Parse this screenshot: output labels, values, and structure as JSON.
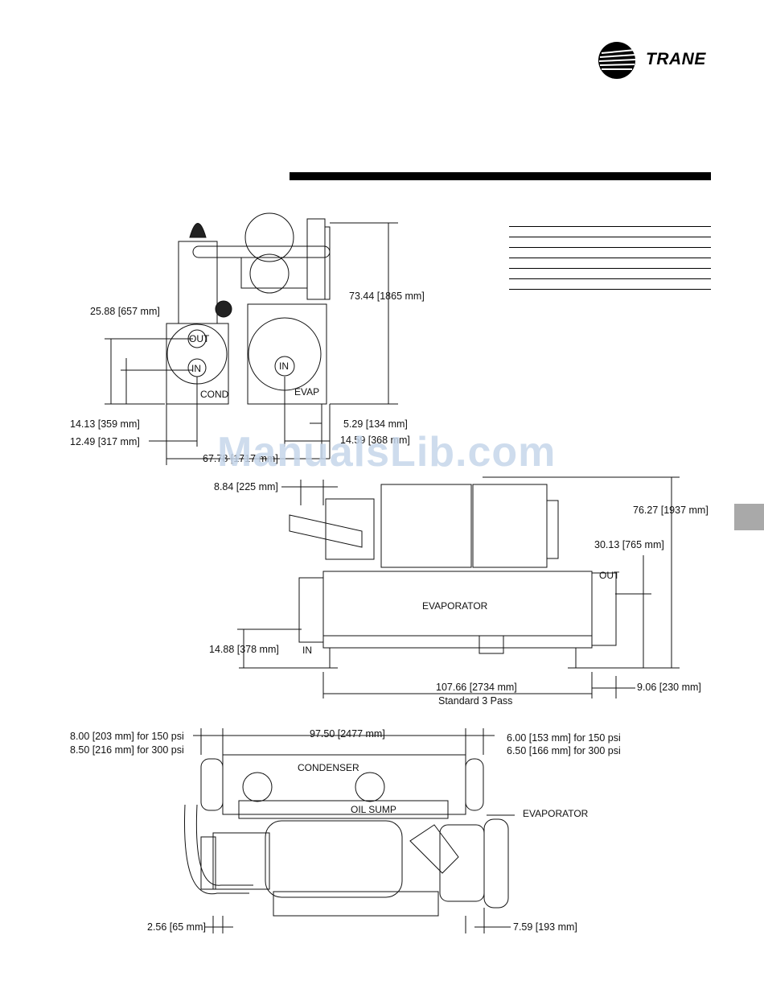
{
  "brand": {
    "name": "TRANE"
  },
  "watermark": "ManualsLib.com",
  "front_view": {
    "dims": {
      "height_total": "73.44 [1865 mm]",
      "out_height": "25.88 [657 mm]",
      "in_height": "14.13 [359 mm]",
      "cond_offset": "12.49 [317 mm]",
      "width_total": "67.78 [1717 mm]",
      "evap_offset": "5.29 [134 mm]",
      "evap_center": "14.59 [368 mm]"
    },
    "labels": {
      "out": "OUT",
      "in_cond": "IN",
      "in_evap": "IN",
      "cond": "COND",
      "evap": "EVAP"
    }
  },
  "side_view": {
    "dims": {
      "front_offset": "8.84 [225 mm]",
      "height_total": "76.27 [1937 mm]",
      "out_height": "30.13 [765 mm]",
      "in_height": "14.88 [378 mm]",
      "length": "107.66 [2734 mm]",
      "length_note": "Standard 3 Pass",
      "rear_offset": "9.06 [230 mm]"
    },
    "labels": {
      "evaporator": "EVAPORATOR",
      "out": "OUT",
      "in": "IN"
    }
  },
  "top_view": {
    "dims": {
      "left_150": "8.00 [203 mm] for 150 psi",
      "left_300": "8.50 [216 mm] for 300 psi",
      "length": "97.50 [2477 mm]",
      "right_150": "6.00 [153 mm] for 150 psi",
      "right_300": "6.50 [166 mm] for 300 psi",
      "bottom_left": "2.56 [65 mm]",
      "bottom_right": "7.59 [193 mm]"
    },
    "labels": {
      "condenser": "CONDENSER",
      "oil_sump": "OIL SUMP",
      "evaporator": "EVAPORATOR"
    }
  }
}
